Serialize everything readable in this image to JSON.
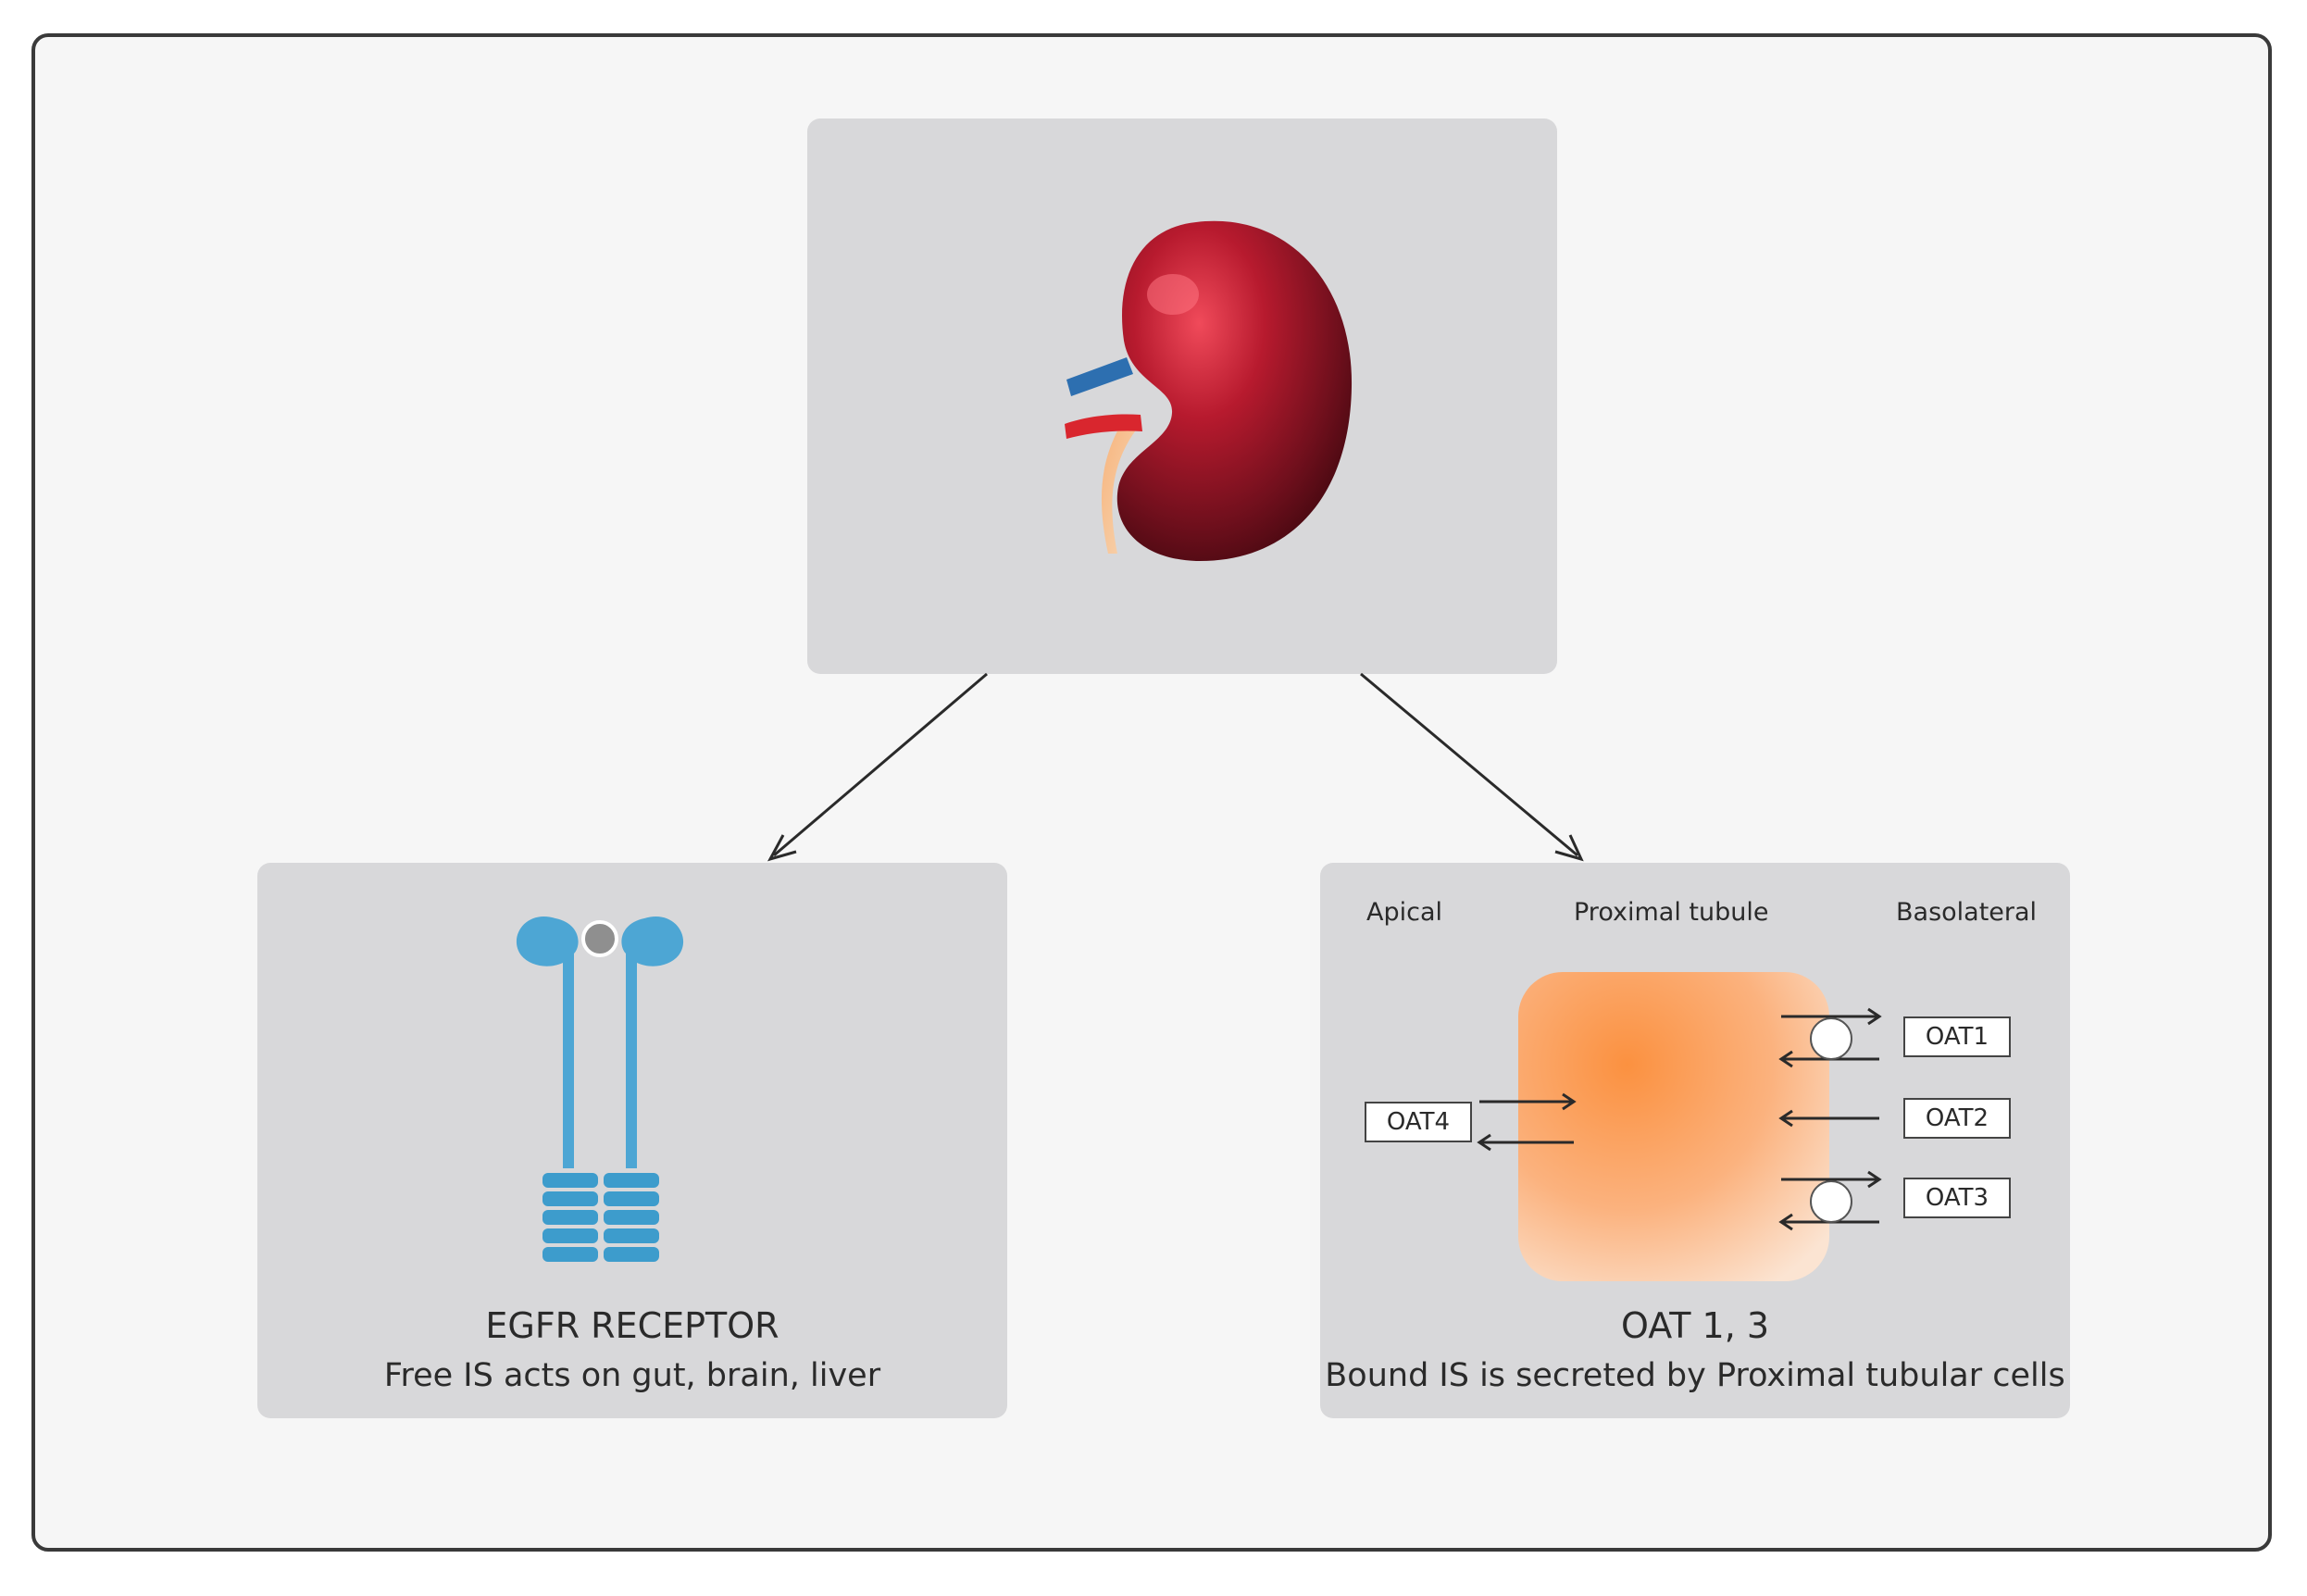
{
  "left_panel": {
    "title": "EGFR  RECEPTOR",
    "subtitle": "Free IS acts on gut, brain, liver"
  },
  "right_panel": {
    "labels": {
      "apical": "Apical",
      "proximal": "Proximal tubule",
      "basolateral": "Basolateral"
    },
    "transporters": {
      "oat1": "OAT1",
      "oat2": "OAT2",
      "oat3": "OAT3",
      "oat4": "OAT4"
    },
    "title": "OAT 1, 3",
    "subtitle": "Bound IS is secreted by Proximal tubular cells"
  },
  "colors": {
    "kidney": "#8f1424",
    "vein": "#2d6fb0",
    "artery": "#d9262e",
    "receptor": "#4da6d4",
    "cell": "#fb9a55",
    "panel": "#d8d8da"
  },
  "icons": [
    "kidney-icon",
    "egfr-receptor-icon",
    "transporter-circle-icon"
  ]
}
